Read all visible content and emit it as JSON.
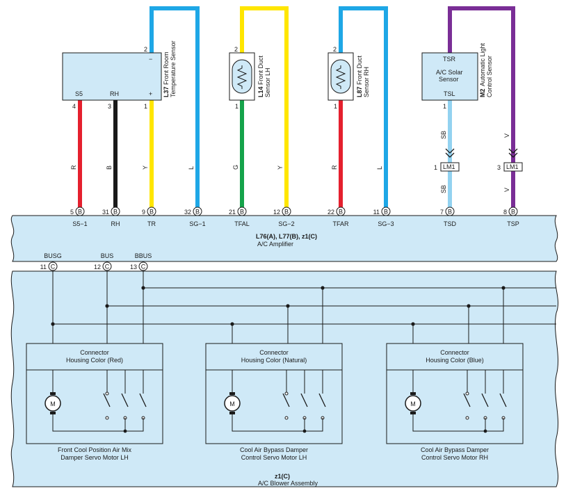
{
  "sensors": {
    "l37": {
      "code": "L37",
      "name_line1": "Front Room",
      "name_line2": "Temperature Sensor",
      "minus": "−",
      "plus": "+",
      "pin_s5": "S5",
      "pin_rh": "RH",
      "n2": "2",
      "n4": "4",
      "n3": "3",
      "n1": "1"
    },
    "l14": {
      "code": "L14",
      "name_line1": "Front Duct",
      "name_line2": "Sensor LH",
      "n2": "2",
      "n1": "1"
    },
    "l87": {
      "code": "L87",
      "name_line1": "Front Duct",
      "name_line2": "Sensor RH",
      "n2": "2",
      "n1": "1"
    },
    "solar": {
      "tsr": "TSR",
      "name_line1": "A/C Solar",
      "name_line2": "Sensor",
      "tsl": "TSL",
      "n1": "1"
    },
    "m2": {
      "code": "M2",
      "name_line1": "Automatic Light",
      "name_line2": "Control Sensor"
    }
  },
  "wires": {
    "r1": "R",
    "b": "B",
    "y1": "Y",
    "l1": "L",
    "g": "G",
    "y2": "Y",
    "r2": "R",
    "l2": "L",
    "sb_top": "SB",
    "sb_bot": "SB",
    "v_top": "V",
    "v_bot": "V"
  },
  "junctions": {
    "lm1_a": "LM1",
    "lm1_a_pin": "1",
    "lm1_b": "LM1",
    "lm1_b_pin": "3"
  },
  "amplifier": {
    "title": "L76(A), L77(B), z1(C)",
    "subtitle": "A/C Amplifier",
    "pins": [
      {
        "num": "5",
        "conn": "B",
        "label": "S5−1"
      },
      {
        "num": "31",
        "conn": "B",
        "label": "RH"
      },
      {
        "num": "9",
        "conn": "B",
        "label": "TR"
      },
      {
        "num": "32",
        "conn": "B",
        "label": "SG−1"
      },
      {
        "num": "21",
        "conn": "B",
        "label": "TFAL"
      },
      {
        "num": "12",
        "conn": "B",
        "label": "SG−2"
      },
      {
        "num": "22",
        "conn": "B",
        "label": "TFAR"
      },
      {
        "num": "11",
        "conn": "B",
        "label": "SG−3"
      },
      {
        "num": "7",
        "conn": "B",
        "label": "TSD"
      },
      {
        "num": "8",
        "conn": "B",
        "label": "TSP"
      }
    ],
    "bus_pins": [
      {
        "label": "BUSG",
        "num": "11",
        "conn": "C"
      },
      {
        "label": "BUS",
        "num": "12",
        "conn": "C"
      },
      {
        "label": "BBUS",
        "num": "13",
        "conn": "C"
      }
    ]
  },
  "motors": [
    {
      "header1": "Connector",
      "header2": "Housing Color (Red)",
      "motor": "M",
      "name1": "Front Cool Position Air Mix",
      "name2": "Damper Servo Motor LH"
    },
    {
      "header1": "Connector",
      "header2": "Housing Color (Natural)",
      "motor": "M",
      "name1": "Cool Air Bypass Damper",
      "name2": "Control Servo Motor LH"
    },
    {
      "header1": "Connector",
      "header2": "Housing Color (Blue)",
      "motor": "M",
      "name1": "Cool Air Bypass Damper",
      "name2": "Control Servo Motor RH"
    }
  ],
  "blower": {
    "title": "z1(C)",
    "subtitle": "A/C Blower Assembly"
  },
  "colors": {
    "red": "#e5202e",
    "black": "#1a1a1a",
    "yellow": "#ffe600",
    "blue": "#1ea7e6",
    "green": "#15a34a",
    "sky": "#93d2f0",
    "purple": "#7a2e96",
    "panel": "#cfe9f7"
  }
}
